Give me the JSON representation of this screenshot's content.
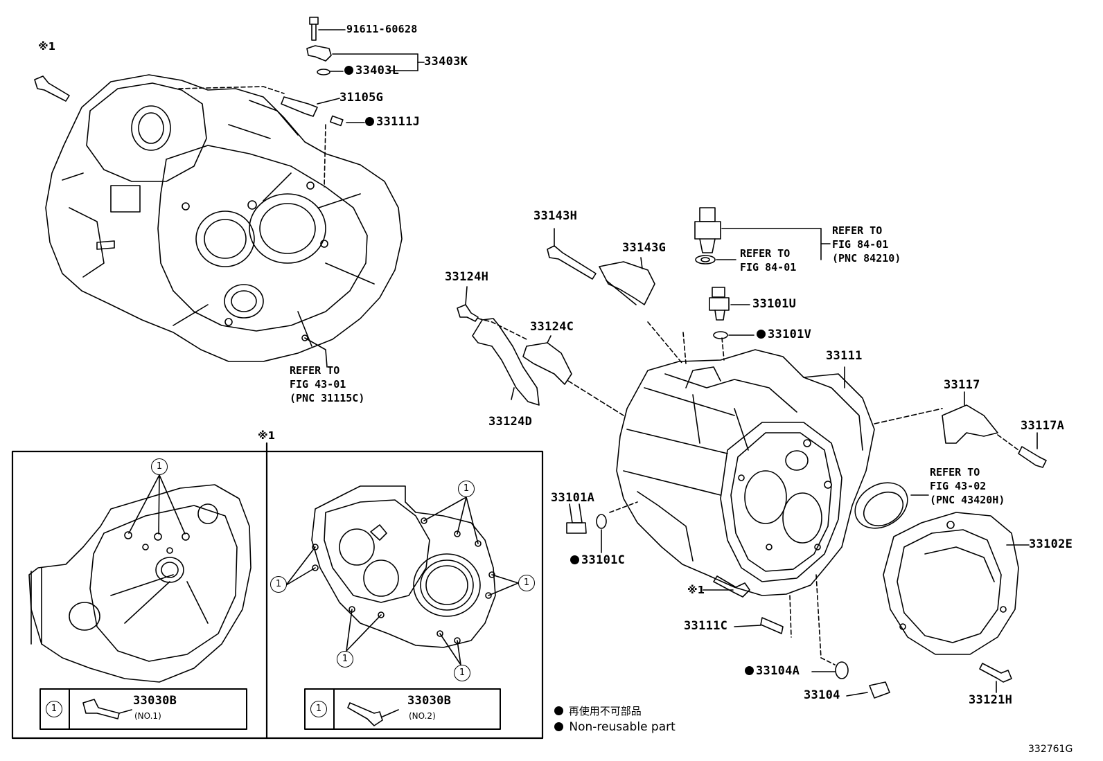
{
  "parts": {
    "p91611": "91611-60628",
    "p33403K": "33403K",
    "p33403L": "33403L",
    "p31105G": "31105G",
    "p33111J": "33111J",
    "p33143H": "33143H",
    "p33143G": "33143G",
    "p33124H": "33124H",
    "p33124C": "33124C",
    "p33124D": "33124D",
    "p33101U": "33101U",
    "p33101V": "33101V",
    "p33111": "33111",
    "p33117": "33117",
    "p33117A": "33117A",
    "p33101A": "33101A",
    "p33101C": "33101C",
    "p33102E": "33102E",
    "p33111C": "33111C",
    "p33104A": "33104A",
    "p33104": "33104",
    "p33121H": "33121H"
  },
  "refs": {
    "ref_43_01": "REFER TO\nFIG 43-01\n(PNC 31115C)",
    "ref_84_01a": "REFER TO\nFIG 84-01",
    "ref_84_01b": "REFER TO\nFIG 84-01\n(PNC 84210)",
    "ref_43_02": "REFER TO\nFIG 43-02\n(PNC 43420H)"
  },
  "marks": {
    "note1": "※1",
    "circle1": "1"
  },
  "inset": {
    "left_part": "33030B",
    "left_sub": "(NO.1)",
    "right_part": "33030B",
    "right_sub": "(NO.2)"
  },
  "legend": {
    "jp": "再使用不可部品",
    "en": "Non-reusable part"
  },
  "figure_id": "332761G"
}
